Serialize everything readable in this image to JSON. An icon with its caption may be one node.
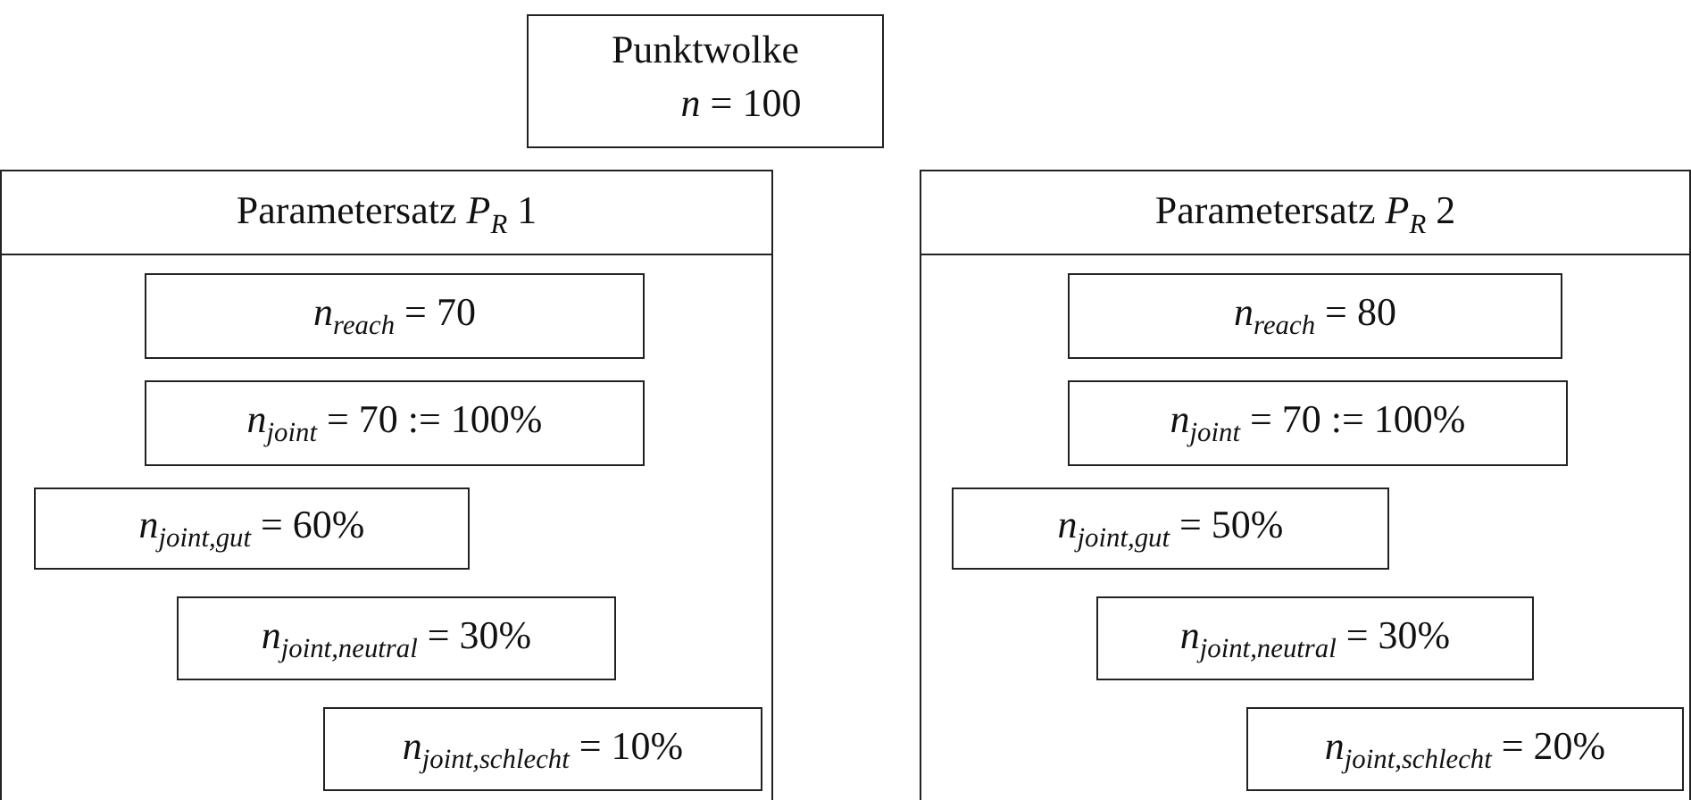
{
  "diagram": {
    "nodes": [
      {
        "text": [
          "Punktwolke",
          "*n* = 100"
        ]
      },
      {
        "text": [
          "Parametersatz *P*$_{R}$ 1"
        ]
      },
      {
        "text": [
          "*n*$_{reach}$ = 70"
        ],
        "in": 1
      },
      {
        "text": [
          "*n*$_{joint}$ = 70 := 100%"
        ],
        "in": 1
      },
      {
        "text": [
          "*n*$_{joint,gut}$ = 60%"
        ],
        "in": 1
      },
      {
        "text": [
          "*n*$_{joint,neutral}$ = 30%"
        ],
        "in": 1
      },
      {
        "text": [
          "*n*$_{joint,schlecht}$ = 10%"
        ],
        "in": 1
      },
      {
        "text": [
          "Parametersatz *P*$_{R}$ 2"
        ]
      },
      {
        "text": [
          "*n*$_{reach}$ = 80"
        ],
        "in": 7
      },
      {
        "text": [
          "*n*$_{joint}$ = 70 := 100%"
        ],
        "in": 7
      },
      {
        "text": [
          "*n*$_{joint,gut}$ = 50%"
        ],
        "in": 7
      },
      {
        "text": [
          "*n*$_{joint,neutral}$ = 30%"
        ],
        "in": 7
      },
      {
        "text": [
          "*n*$_{joint,schlecht}$ = 20%"
        ],
        "in": 7
      }
    ]
  }
}
